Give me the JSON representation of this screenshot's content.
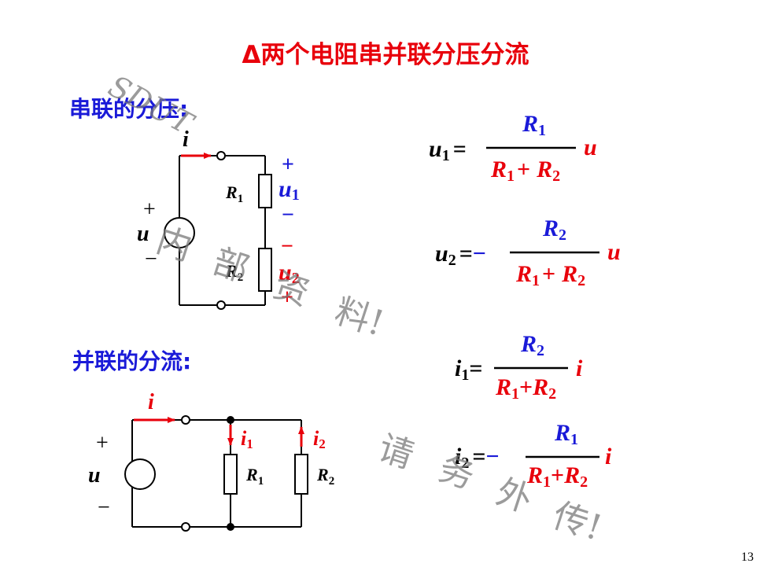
{
  "slide": {
    "title": "Δ两个电阻串并联分压分流",
    "series_heading": "串联的分压:",
    "parallel_heading": "并联的分流:",
    "page_number": "13",
    "colors": {
      "title": "#e8000b",
      "heading": "#1a1ad8",
      "red": "#e8000b",
      "blue": "#1a1ad8",
      "black": "#000000"
    }
  },
  "watermark": {
    "sdut": "SDUT",
    "chars": [
      "内",
      "部",
      "资",
      "料!",
      "请",
      "务",
      "外",
      "传!"
    ]
  },
  "series_circuit": {
    "current": "i",
    "source_voltage": "u",
    "source_plus": "+",
    "source_minus": "−",
    "r1": "R",
    "r1_sub": "1",
    "r2": "R",
    "r2_sub": "2",
    "u1": "u",
    "u1_sub": "1",
    "u2": "u",
    "u2_sub": "2",
    "u1_plus": "+",
    "u1_minus": "−",
    "u2_minus": "−",
    "u2_plus": "+"
  },
  "parallel_circuit": {
    "current": "i",
    "source_voltage": "u",
    "source_plus": "+",
    "source_minus": "−",
    "i1": "i",
    "i1_sub": "1",
    "i2": "i",
    "i2_sub": "2",
    "r1": "R",
    "r1_sub": "1",
    "r2": "R",
    "r2_sub": "2"
  },
  "formulas": {
    "u1": {
      "lhs": "u",
      "lhs_sub": "1",
      "eq": "=",
      "sign": "",
      "num": "R",
      "num_sub": "1",
      "den1": "R",
      "den1_sub": "1",
      "plus": "+",
      "den2": "R",
      "den2_sub": "2",
      "factor": "u"
    },
    "u2": {
      "lhs": "u",
      "lhs_sub": "2",
      "eq": "=",
      "sign": "−",
      "num": "R",
      "num_sub": "2",
      "den1": "R",
      "den1_sub": "1",
      "plus": "+",
      "den2": "R",
      "den2_sub": "2",
      "factor": "u"
    },
    "i1": {
      "lhs": "i",
      "lhs_sub": "1",
      "eq": "=",
      "sign": "",
      "num": "R",
      "num_sub": "2",
      "den1": "R",
      "den1_sub": "1",
      "plus": "+",
      "den2": "R",
      "den2_sub": "2",
      "factor": "i"
    },
    "i2": {
      "lhs": "i",
      "lhs_sub": "2",
      "eq": "=",
      "sign": "−",
      "num": "R",
      "num_sub": "1",
      "den1": "R",
      "den1_sub": "1",
      "plus": "+",
      "den2": "R",
      "den2_sub": "2",
      "factor": "i"
    }
  }
}
